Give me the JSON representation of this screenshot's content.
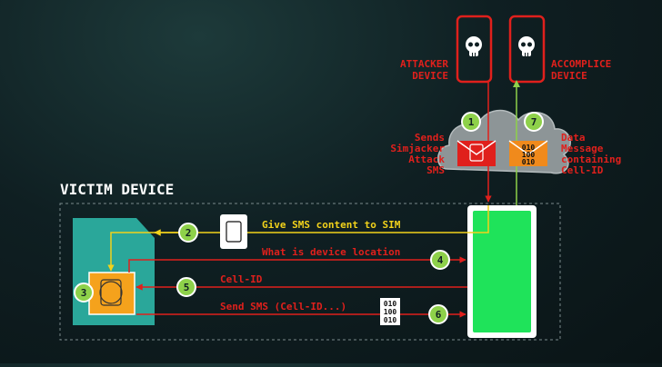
{
  "colors": {
    "red": "#e0201c",
    "yellow": "#f2d21b",
    "green": "#8ed14a",
    "sim_teal": "#2aa79a",
    "chip_orange": "#f5a21c",
    "screen_green": "#1fe35a",
    "white": "#ffffff",
    "envelope_orange": "#f08a1c"
  },
  "devices": {
    "attacker_label_1": "ATTACKER",
    "attacker_label_2": "DEVICE",
    "accomplice_label_1": "ACCOMPLICE",
    "accomplice_label_2": "DEVICE",
    "attacker_icon": "skull-icon",
    "accomplice_icon": "skull-icon"
  },
  "victim": {
    "title": "VICTIM DEVICE"
  },
  "cloud": {
    "step1_num": "1",
    "step1_line1": "Sends",
    "step1_line2": "Simjacker",
    "step1_line3": "Attack",
    "step1_line4": "SMS",
    "step7_num": "7",
    "step7_line1": "Data",
    "step7_line2": "Message",
    "step7_line3": "containing",
    "step7_line4": "Cell-ID",
    "binary_line1": "010",
    "binary_line2": "100",
    "binary_line3": "010"
  },
  "steps": {
    "s2_num": "2",
    "s2_text": "Give SMS content to SIM",
    "s3_num": "3",
    "s4_num": "4",
    "s4_text": "What is device location",
    "s5_num": "5",
    "s5_text": "Cell-ID",
    "s6_num": "6",
    "s6_text": "Send SMS (Cell-ID...)",
    "s6_binary_1": "010",
    "s6_binary_2": "100",
    "s6_binary_3": "010"
  }
}
